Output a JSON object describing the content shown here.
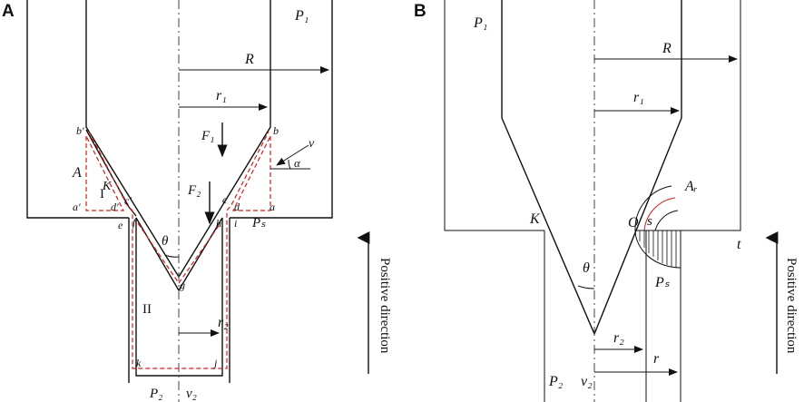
{
  "panel_a": {
    "letter": "A",
    "labels": {
      "P1": "P₁",
      "R": "R",
      "r1": "r₁",
      "r2": "r₂",
      "F1": "F₁",
      "F2": "F₂",
      "v": "v",
      "alpha": "α",
      "A": "A",
      "K": "K",
      "I": "I",
      "II": "II",
      "theta": "θ",
      "Ps": "Pₛ",
      "P2": "P₂",
      "v2": "v₂",
      "a": "a",
      "b": "b",
      "c": "c",
      "d": "d",
      "e": "e",
      "f": "f",
      "g": "g",
      "h": "h",
      "i": "i",
      "j": "j",
      "k": "k",
      "a_prime": "a′",
      "b_prime": "b′",
      "c_prime": "c′",
      "d_prime": "d′"
    },
    "direction_label": "Positive direction"
  },
  "panel_b": {
    "letter": "B",
    "labels": {
      "P1": "P₁",
      "R": "R",
      "r1": "r₁",
      "Ar": "Aᵣ",
      "K": "K",
      "O": "O",
      "s": "s",
      "t": "t",
      "theta": "θ",
      "Ps": "Pₛ",
      "r2": "r₂",
      "r": "r",
      "P2": "P₂",
      "v2": "v₂"
    },
    "direction_label": "Positive direction"
  },
  "colors": {
    "ink": "#111111",
    "boundary": "#d21f1f"
  }
}
